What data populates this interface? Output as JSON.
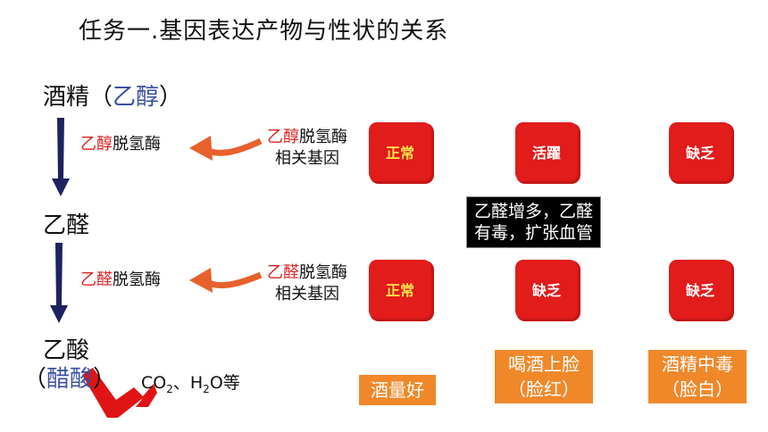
{
  "title": "任务一.基因表达产物与性状的关系",
  "chain": {
    "ethanol": {
      "prefix": "酒精（",
      "name": "乙醇",
      "suffix": "）"
    },
    "acetaldehyde": "乙醛",
    "acetic_acid": "乙酸",
    "acetic_acid_paren": {
      "prefix": "（",
      "name": "醋酸",
      "suffix": "）"
    },
    "products": {
      "co": "CO",
      "co_sub": "2",
      "sep": "、H",
      "h_sub": "2",
      "tail": "O等"
    }
  },
  "enzymes": {
    "adh": {
      "red": "乙醇",
      "rest": "脱氢酶"
    },
    "aldh": {
      "red": "乙醛",
      "rest": "脱氢酶"
    }
  },
  "genes": {
    "adh": {
      "red": "乙醇",
      "rest": "脱氢酶",
      "line2": "相关基因"
    },
    "aldh": {
      "red": "乙醛",
      "rest": "脱氢酶",
      "line2": "相关基因"
    }
  },
  "stamps": {
    "row1": [
      "正常",
      "活躍",
      "缺乏"
    ],
    "row2": [
      "正常",
      "缺乏",
      "缺乏"
    ]
  },
  "note": {
    "line1": "乙醛增多，乙醛",
    "line2": "有毒，扩张血管"
  },
  "outcomes": {
    "good": "酒量好",
    "flush": {
      "line1": "喝酒上脸",
      "line2": "（脸红）"
    },
    "poison": {
      "line1": "酒精中毒",
      "line2": "（脸白）"
    }
  },
  "colors": {
    "accent_red": "#e02020",
    "arrow_navy": "#1d2260",
    "curve_orange": "#e8602c",
    "box_orange": "#f0882a",
    "name_blue": "#3a4fa0"
  }
}
